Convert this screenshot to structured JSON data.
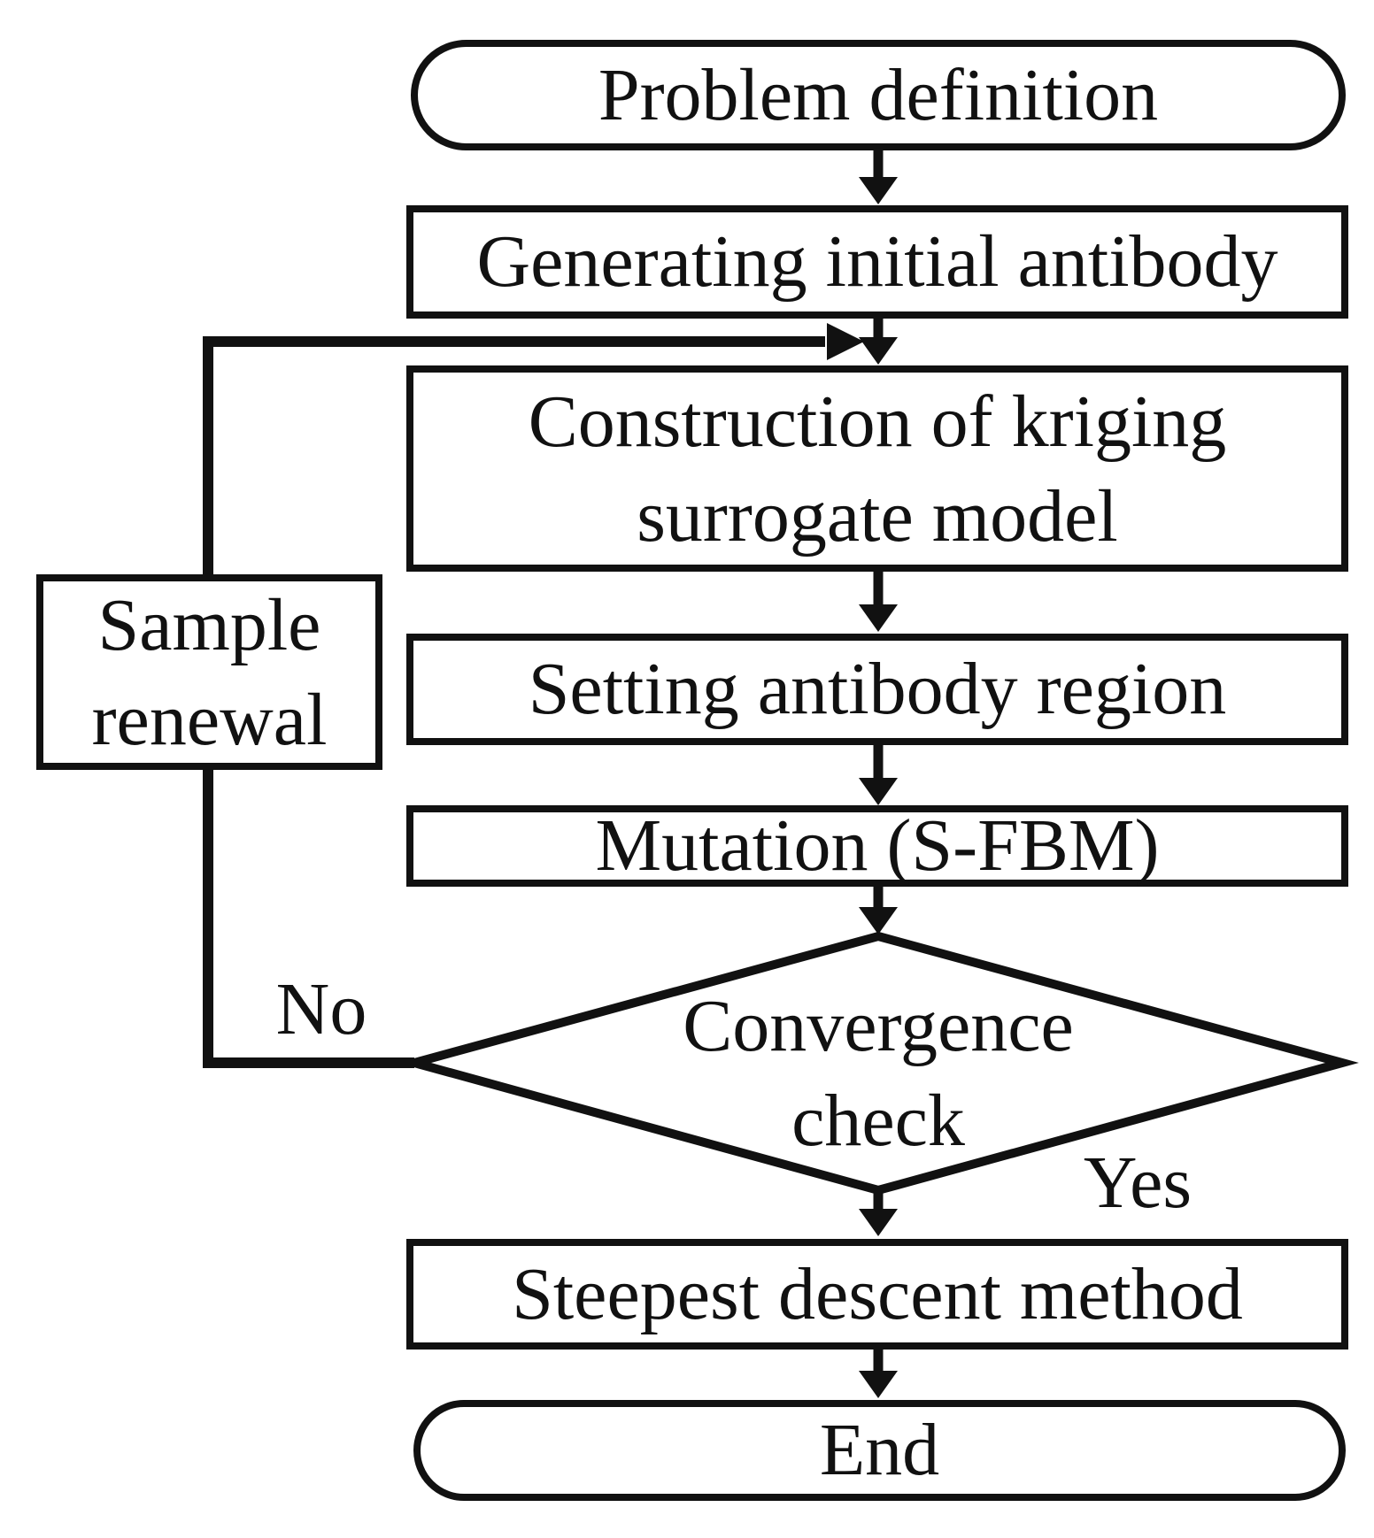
{
  "figure": {
    "type": "flowchart",
    "background": "#ffffff",
    "stroke_color": "#111111",
    "text_color": "#111111",
    "nodes": {
      "problem": {
        "shape": "stadium",
        "label": "Problem definition"
      },
      "generating": {
        "shape": "rect",
        "label": "Generating initial antibody"
      },
      "construction": {
        "shape": "rect",
        "lines": [
          "Construction of kriging",
          "surrogate model"
        ]
      },
      "setting": {
        "shape": "rect",
        "label": "Setting antibody region"
      },
      "mutation": {
        "shape": "rect",
        "label": "Mutation (S-FBM)"
      },
      "convergence": {
        "shape": "diamond",
        "lines": [
          "Convergence",
          "check"
        ]
      },
      "steepest": {
        "shape": "rect",
        "label": "Steepest descent method"
      },
      "end": {
        "shape": "stadium",
        "label": "End"
      },
      "sample": {
        "shape": "rect",
        "lines": [
          "Sample",
          "renewal"
        ]
      }
    },
    "edge_labels": {
      "no": "No",
      "yes": "Yes"
    }
  }
}
